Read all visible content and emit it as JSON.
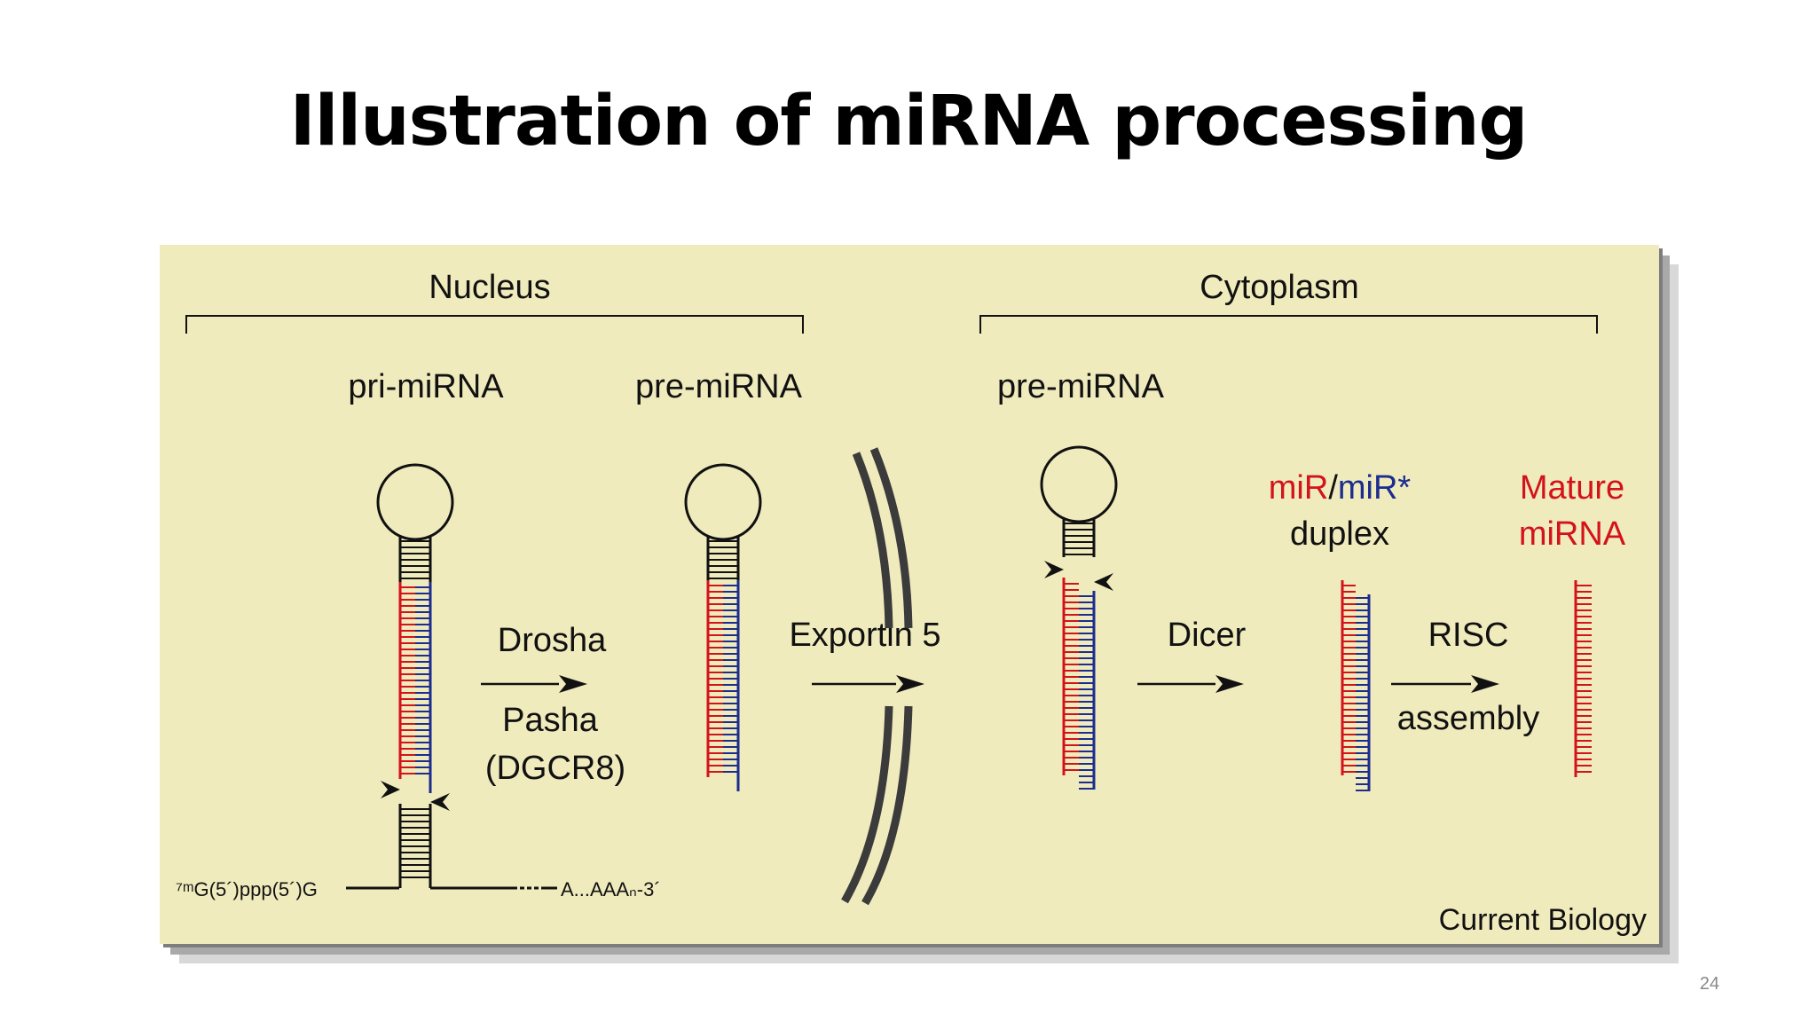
{
  "slide": {
    "title": "Illustration of miRNA processing",
    "page_number": "24"
  },
  "figure": {
    "regions": {
      "nucleus": "Nucleus",
      "cytoplasm": "Cytoplasm"
    },
    "stages": {
      "pri_mirna": "pri-miRNA",
      "pre_mirna_nucleus": "pre-miRNA",
      "pre_mirna_cytoplasm": "pre-miRNA",
      "duplex_mir": "miR",
      "duplex_slash": "/",
      "duplex_mir_star": "miR*",
      "duplex_word": "duplex",
      "mature_line1": "Mature",
      "mature_line2": "miRNA"
    },
    "steps": {
      "drosha": "Drosha",
      "pasha": "Pasha",
      "dgcr8": "(DGCR8)",
      "exportin": "Exportin 5",
      "dicer": "Dicer",
      "risc": "RISC",
      "assembly": "assembly"
    },
    "transcript_ends": {
      "five_prime": "⁷ᵐG(5´)ppp(5´)G",
      "three_prime": "A...AAAₙ-3´"
    },
    "credit": "Current Biology",
    "colors": {
      "panel_bg": "#f0ebbd",
      "strand_red": "#d3131b",
      "strand_blue": "#1c2c8f",
      "black": "#111111",
      "nuclear_membrane": "#3b3b3b"
    }
  }
}
